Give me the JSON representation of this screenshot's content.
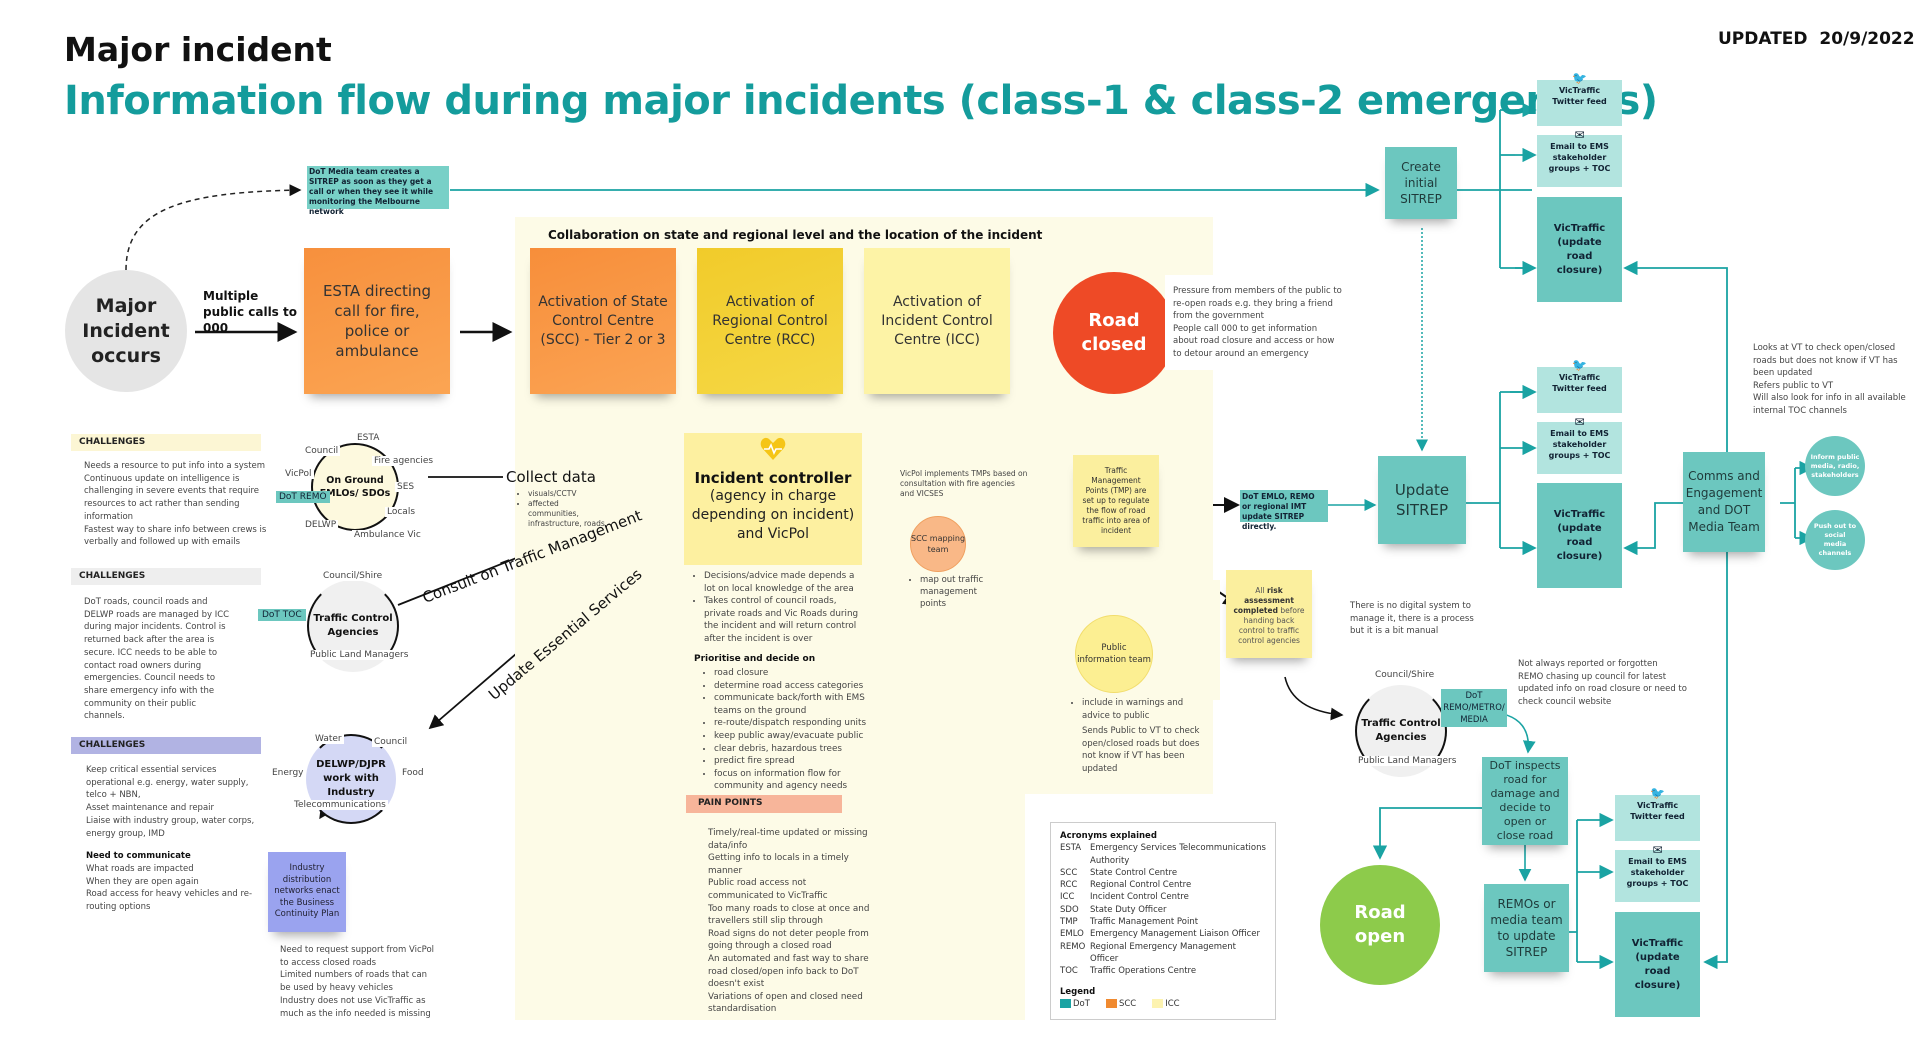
{
  "header": {
    "title": "Major incident",
    "subtitle": "Information flow during major incidents (class-1 & class-2 emergencies)",
    "updated": "UPDATED  20/9/2022"
  },
  "colors": {
    "teal_title": "#149c9c",
    "dot": "#6cc7bf",
    "dot_light": "#b2e4df",
    "scc_orange": "#f89a45",
    "rcc_yellow": "#f3d23a",
    "icc_light": "#fdf3a6",
    "road_closed": "#ee4a26",
    "road_open": "#8dcb4b",
    "panel_bg": "#fdfbe7",
    "industry_purple": "#9aa3ef"
  },
  "start": {
    "major_incident": "Major Incident occurs",
    "calls_label": "Multiple public calls to 000",
    "esta": "ESTA directing call for fire, police or ambulance",
    "media_note": "DoT Media team creates a SITREP as soon as they get a call or when they see it while monitoring the Melbourne network"
  },
  "collaboration": {
    "heading": "Collaboration on state and regional level and the location of the incident",
    "scc": "Activation of State Control Centre (SCC) - Tier 2 or 3",
    "rcc": "Activation of Regional Control Centre (RCC)",
    "icc": "Activation of Incident Control Centre (ICC)"
  },
  "controller": {
    "title": "Incident controller",
    "subtitle": "(agency in charge depending on incident) and VicPol",
    "bullets": [
      "Decisions/advice made depends a lot on local knowledge of the area",
      "Takes control of council roads, private roads and Vic Roads during the incident and will return control after the incident is over"
    ],
    "prioritise_heading": "Prioritise and decide on",
    "prioritise": [
      "road closure",
      "determine road access categories",
      "communicate back/forth with EMS teams on the ground",
      "re-route/dispatch responding units",
      "keep public away/evacuate public",
      "clear debris, hazardous trees",
      "predict fire spread",
      "focus on information flow for community and agency needs"
    ],
    "pain_heading": "PAIN POINTS",
    "pain_points": [
      "Timely/real-time updated or missing data/info",
      "Getting info to locals in a timely manner",
      "Public road access not communicated to VicTraffic",
      "Too many roads to close at once and travellers still slip through",
      "Road signs do not deter people from going through a closed road",
      "An automated and fast way to share road closed/open info back to DoT doesn't exist",
      "Variations of open and closed need standardisation"
    ]
  },
  "links": {
    "collect": "Collect data",
    "collect_bullets": [
      "visuals/CCTV",
      "affected communities, infrastructure, roads"
    ],
    "consult": "Consult on Traffic Management",
    "update_services": "Update Essential Services",
    "vicpol_tmp": "VicPol implements TMPs based on consultation with fire agencies and VICSES"
  },
  "scc_mapping": {
    "label": "SCC mapping team",
    "bullet": "map out traffic management points"
  },
  "road_closed": {
    "label": "Road closed",
    "note": "Pressure from members of the public to re-open roads e.g. they bring a friend from the government\nPeople call 000 to get information about road closure and access or how to detour around an emergency"
  },
  "tmp": {
    "label": "Traffic Management Points (TMP) are set up to regulate the flow of road traffic into area of incident",
    "dot_update": "DoT EMLO, REMO or regional IMT update SITREP directly."
  },
  "public_info": {
    "label": "Public information team",
    "bullet": "include in warnings and advice to public",
    "note": "Sends Public to VT to check open/closed roads but does not know if VT has been updated"
  },
  "risk": {
    "prefix": "All ",
    "bold": "risk assessment completed",
    "suffix": "before handing back control to traffic control agencies",
    "note": "There is no digital system to manage it, there is a process but it is a bit manual"
  },
  "left": {
    "challenge1": {
      "heading": "CHALLENGES",
      "lines": [
        "Needs a resource to put info into a system",
        "Continuous update on intelligence is challenging in severe events that require resources to act rather than sending information",
        "Fastest way to share info between crews is verbally and followed up with emails"
      ]
    },
    "challenge2": {
      "heading": "CHALLENGES",
      "text": "DoT roads, council roads and DELWP roads are managed by ICC during major incidents. Control is returned back after the area is secure. ICC needs to be able to contact road owners during emergencies. Council needs to share emergency info with the community on their public channels."
    },
    "challenge3": {
      "heading": "CHALLENGES",
      "lines": [
        "Keep critical essential services operational e.g. energy, water supply, telco + NBN,",
        "Asset maintenance and repair",
        "Liaise with industry group, water corps, energy group, IMD"
      ],
      "communicate_heading": "Need to communicate",
      "communicate": [
        "What roads are impacted",
        "When they are open again",
        "Road access for heavy vehicles and re-routing options"
      ]
    },
    "ground": {
      "label": "On Ground EMLOs/ SDOs",
      "tags": [
        "ESTA",
        "Council",
        "Fire agencies",
        "VicPol",
        "SES",
        "Locals",
        "DELWP",
        "Ambulance Vic"
      ],
      "dot_tag": "DoT REMO"
    },
    "traffic": {
      "label": "Traffic Control Agencies",
      "top": "Council/Shire",
      "bottom": "Public Land Managers",
      "dot_tag": "DoT TOC"
    },
    "delwp": {
      "label": "DELWP/DJPR work with Industry",
      "tags": [
        "Water",
        "Council",
        "Energy",
        "Food",
        "Telecommunications"
      ]
    },
    "industry": {
      "label": "Industry distribution networks enact the Business Continuity Plan",
      "note": [
        "Need to request support from VicPol to access closed roads",
        "Limited numbers of roads that can be used by heavy vehicles",
        "Industry does not use VicTraffic as much as the info needed is missing"
      ]
    }
  },
  "right": {
    "create_sitrep": "Create initial SITREP",
    "update_sitrep": "Update SITREP",
    "twitter": "VicTraffic Twitter feed",
    "email": "Email to EMS stakeholder groups + TOC",
    "victraffic": "VicTraffic (update road closure)",
    "comms": "Comms and Engagement and DOT Media Team",
    "inform": "Inform public media, radio, stakeholders",
    "push": "Push out to social media channels",
    "vt_note": [
      "Looks at VT to check open/closed roads but does not know if VT has been updated",
      "Refers public to VT",
      "Will also look for info in all available internal TOC channels"
    ],
    "tca": {
      "label": "Traffic Control Agencies",
      "top": "Council/Shire",
      "bottom": "Public Land Managers",
      "dot_tag": "DoT REMO/METRO/ MEDIA"
    },
    "remo_note": [
      "Not always reported or forgotten",
      "REMO chasing up council for latest updated info on road closure or need to check council website"
    ],
    "inspect": "DoT inspects road for damage and decide to open or close road",
    "remos": "REMOs or media team to update SITREP",
    "road_open": "Road open"
  },
  "acronyms": {
    "heading": "Acronyms explained",
    "items": [
      {
        "abbr": "ESTA",
        "full": "Emergency Services Telecommunications Authority"
      },
      {
        "abbr": "SCC",
        "full": "State Control Centre"
      },
      {
        "abbr": "RCC",
        "full": "Regional Control Centre"
      },
      {
        "abbr": "ICC",
        "full": "Incident Control Centre"
      },
      {
        "abbr": "SDO",
        "full": "State Duty Officer"
      },
      {
        "abbr": "TMP",
        "full": "Traffic Management Point"
      },
      {
        "abbr": "EMLO",
        "full": "Emergency Management Liaison Officer"
      },
      {
        "abbr": "REMO",
        "full": "Regional Emergency Management Officer"
      },
      {
        "abbr": "TOC",
        "full": "Traffic Operations Centre"
      }
    ],
    "legend_heading": "Legend",
    "legend": [
      {
        "label": "DoT",
        "color": "#1aa3a3"
      },
      {
        "label": "SCC",
        "color": "#f08a30"
      },
      {
        "label": "ICC",
        "color": "#fdf3b0"
      }
    ]
  }
}
